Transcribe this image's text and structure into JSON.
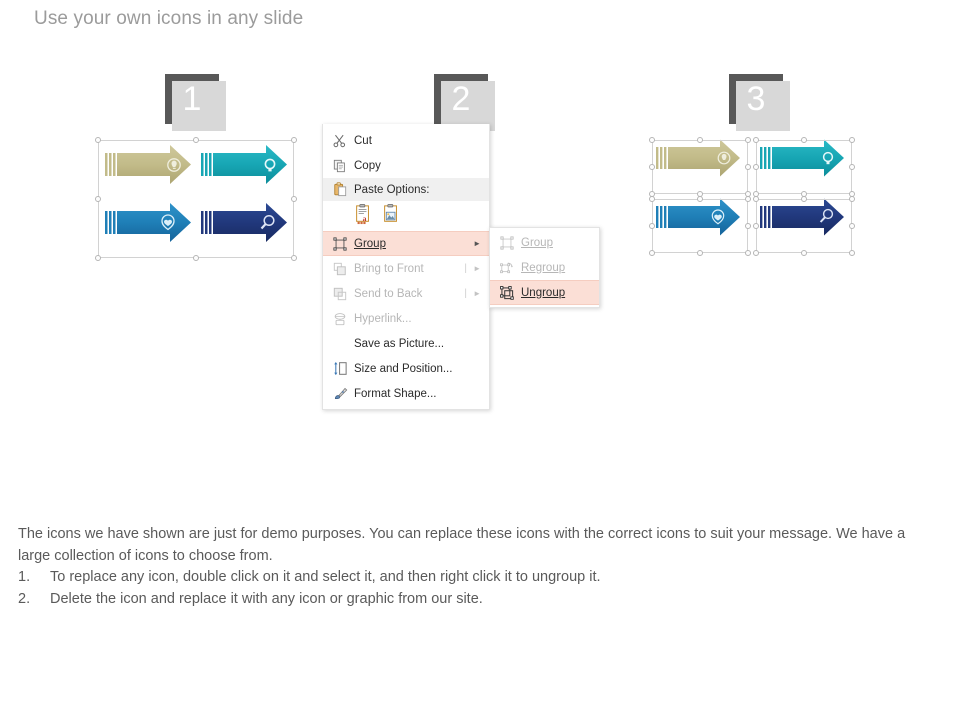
{
  "slide": {
    "title": "Use your own icons in any slide"
  },
  "steps": [
    {
      "number": "1",
      "name": "step-badge-1"
    },
    {
      "number": "2",
      "name": "step-badge-2"
    },
    {
      "number": "3",
      "name": "step-badge-3"
    }
  ],
  "arrows": {
    "group1_label": "grouped-arrows-graphic",
    "group3_label": "ungrouped-arrows-graphic",
    "items": [
      {
        "position": "top-left",
        "color": "#c2bb89",
        "icon": "lightbulb-gear-icon"
      },
      {
        "position": "top-right",
        "color": "#17a6b4",
        "icon": "lightbulb-icon"
      },
      {
        "position": "bottom-left",
        "color": "#1f7fb7",
        "icon": "heart-shield-icon"
      },
      {
        "position": "bottom-right",
        "color": "#21387c",
        "icon": "magnifier-icon"
      }
    ]
  },
  "context_menu": {
    "name": "powerpoint-context-menu",
    "items": [
      {
        "label": "Cut",
        "icon": "scissors-icon",
        "state": "enabled",
        "submenu": false,
        "accel": "C"
      },
      {
        "label": "Copy",
        "icon": "copy-icon",
        "state": "enabled",
        "submenu": false,
        "accel": "C"
      },
      {
        "label": "Paste Options:",
        "icon": "clipboard-icon",
        "state": "header",
        "submenu": false
      },
      {
        "label": "Group",
        "icon": "group-icon",
        "state": "highlighted",
        "submenu": true
      },
      {
        "label": "Bring to Front",
        "icon": "bring-front-icon",
        "state": "disabled",
        "submenu": true
      },
      {
        "label": "Send to Back",
        "icon": "send-back-icon",
        "state": "disabled",
        "submenu": true
      },
      {
        "label": "Hyperlink...",
        "icon": "hyperlink-icon",
        "state": "disabled",
        "submenu": false
      },
      {
        "label": "Save as Picture...",
        "icon": "none",
        "state": "enabled",
        "submenu": false
      },
      {
        "label": "Size and Position...",
        "icon": "size-position-icon",
        "state": "enabled",
        "submenu": false
      },
      {
        "label": "Format Shape...",
        "icon": "format-shape-icon",
        "state": "enabled",
        "submenu": false
      }
    ],
    "paste_options": [
      {
        "name": "paste-keep-source-formatting-icon"
      },
      {
        "name": "paste-picture-icon"
      }
    ],
    "submenu": {
      "name": "group-submenu",
      "items": [
        {
          "label": "Group",
          "icon": "group-icon",
          "state": "disabled"
        },
        {
          "label": "Regroup",
          "icon": "regroup-icon",
          "state": "disabled"
        },
        {
          "label": "Ungroup",
          "icon": "ungroup-icon",
          "state": "highlighted"
        }
      ]
    }
  },
  "footer": {
    "paragraph": "The icons we have shown are just for demo purposes. You can replace these icons with the correct icons to suit your message. We have a large collection of icons to choose from.",
    "list": [
      {
        "num": "1.",
        "text": "To replace any icon, double click on it and select it, and then right click it to ungroup it."
      },
      {
        "num": "2.",
        "text": "Delete the icon and replace it with any icon or graphic from our site."
      }
    ]
  },
  "colors": {
    "title_gray": "#9b9b9b",
    "badge_bg": "#585858",
    "badge_shadow": "#d8d8d8",
    "highlight_pink": "#fbdfd6",
    "body_text": "#5a5a5a"
  }
}
